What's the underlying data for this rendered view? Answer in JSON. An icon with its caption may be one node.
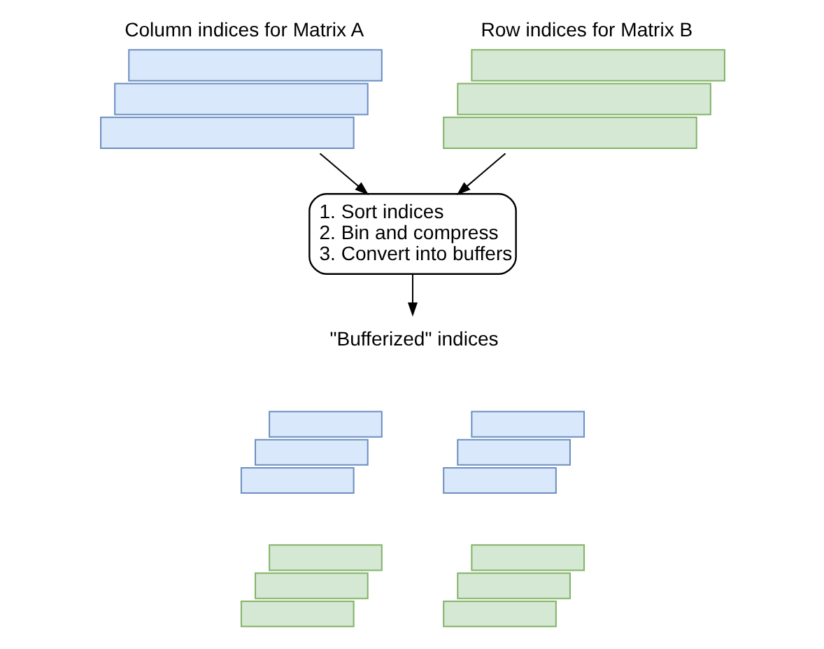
{
  "diagram": {
    "nodes": [
      {
        "text": [
          "Column indices for Matrix A"
        ]
      },
      {
        "text": [
          "Row indices for Matrix B"
        ]
      },
      {
        "text": [
          "1. Sort indices",
          "2. Bin and compress",
          "3. Convert into buffers"
        ]
      },
      {
        "text": [
          "\"Bufferized\" indices"
        ]
      },
      {
        "text": [],
        "shape": "box"
      },
      {
        "text": [],
        "shape": "box"
      },
      {
        "text": [],
        "shape": "box"
      },
      {
        "text": [],
        "shape": "box"
      }
    ],
    "edges": [
      {
        "from": 0,
        "to": 2,
        "arrow": "to"
      },
      {
        "from": 1,
        "to": 2,
        "arrow": "to"
      },
      {
        "from": 2,
        "to": 3,
        "arrow": "to"
      }
    ]
  }
}
